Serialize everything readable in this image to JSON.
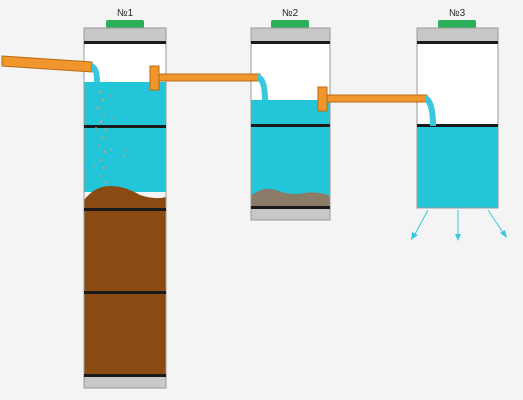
{
  "tanks": [
    {
      "label": "№1"
    },
    {
      "label": "№2"
    },
    {
      "label": "№3"
    }
  ],
  "colors": {
    "background": "#f4f4f4",
    "water": "#22c6d8",
    "water_stream": "#3ac9dc",
    "pipe": "#f0962c",
    "pipe_outline": "#b86a10",
    "sludge_dark": "#8a4a12",
    "sludge_light": "#8c7a68",
    "ring_divider": "#1a1a1a",
    "cap_grey": "#c8c8c8",
    "lid_green": "#2bb05a",
    "tank_air": "#ffffff",
    "seepage_arrow": "#3ac9dc",
    "particles": "#c8a27a"
  },
  "icons": {
    "lid": "green-lid-icon",
    "seepage": "down-arrow-icon"
  }
}
